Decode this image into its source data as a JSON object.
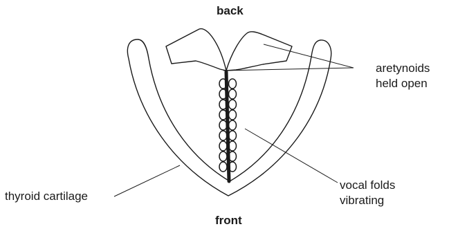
{
  "labels": {
    "back": "back",
    "front": "front",
    "arytenoids_line1": "aretynoids",
    "arytenoids_line2": "held open",
    "vocal_line1": "vocal folds",
    "vocal_line2": "vibrating",
    "thyroid": "thyroid cartilage"
  },
  "colors": {
    "stroke": "#1a1a1a",
    "background": "#ffffff"
  }
}
